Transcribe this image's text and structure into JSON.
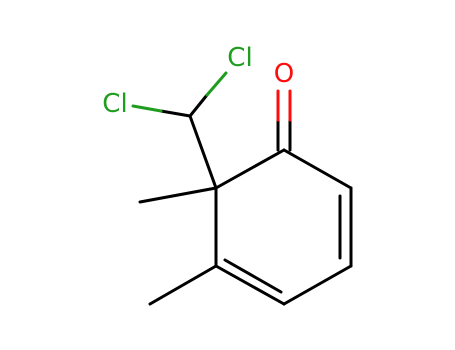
{
  "molecule": {
    "atoms": [
      {
        "id": "O1",
        "symbol": "O"
      },
      {
        "id": "Cl1",
        "symbol": "Cl"
      },
      {
        "id": "Cl2",
        "symbol": "Cl"
      }
    ]
  },
  "colors": {
    "bond": "#000000",
    "oxygen": "#ff0d0d",
    "chlorine": "#1f9d1f"
  }
}
